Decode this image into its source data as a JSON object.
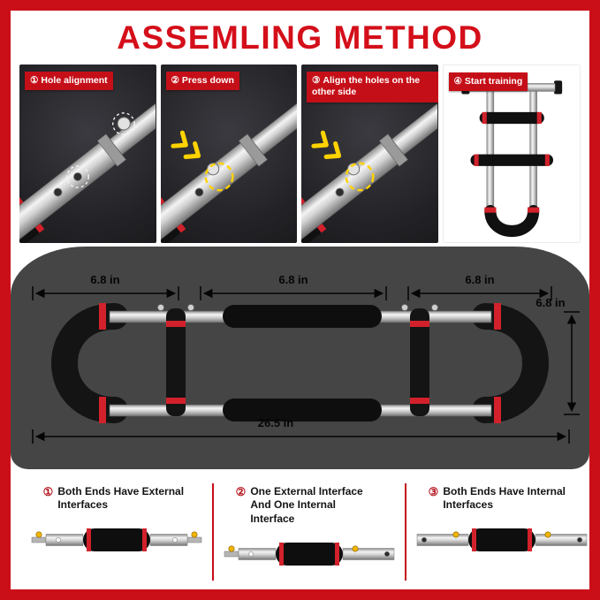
{
  "title": "ASSEMLING METHOD",
  "colors": {
    "accent_red": "#d40f1a",
    "frame_red": "#cb0f18",
    "panel_dark": "#232327",
    "diagram_gray": "#454545",
    "highlight_yellow": "#ffd200"
  },
  "steps": [
    {
      "num": "①",
      "label": "Hole alignment"
    },
    {
      "num": "②",
      "label": "Press down"
    },
    {
      "num": "③",
      "label": "Align the holes on the other side"
    },
    {
      "num": "④",
      "label": "Start training"
    }
  ],
  "dimensions": {
    "segment_left": "6.8 in",
    "segment_center": "6.8 in",
    "segment_right": "6.8 in",
    "height": "6.8 in",
    "total_length": "26.5 in"
  },
  "interfaces": [
    {
      "num": "①",
      "label": "Both Ends Have External Interfaces"
    },
    {
      "num": "②",
      "label": "One External Interface And One Internal Interface"
    },
    {
      "num": "③",
      "label": "Both Ends Have Internal Interfaces"
    }
  ]
}
